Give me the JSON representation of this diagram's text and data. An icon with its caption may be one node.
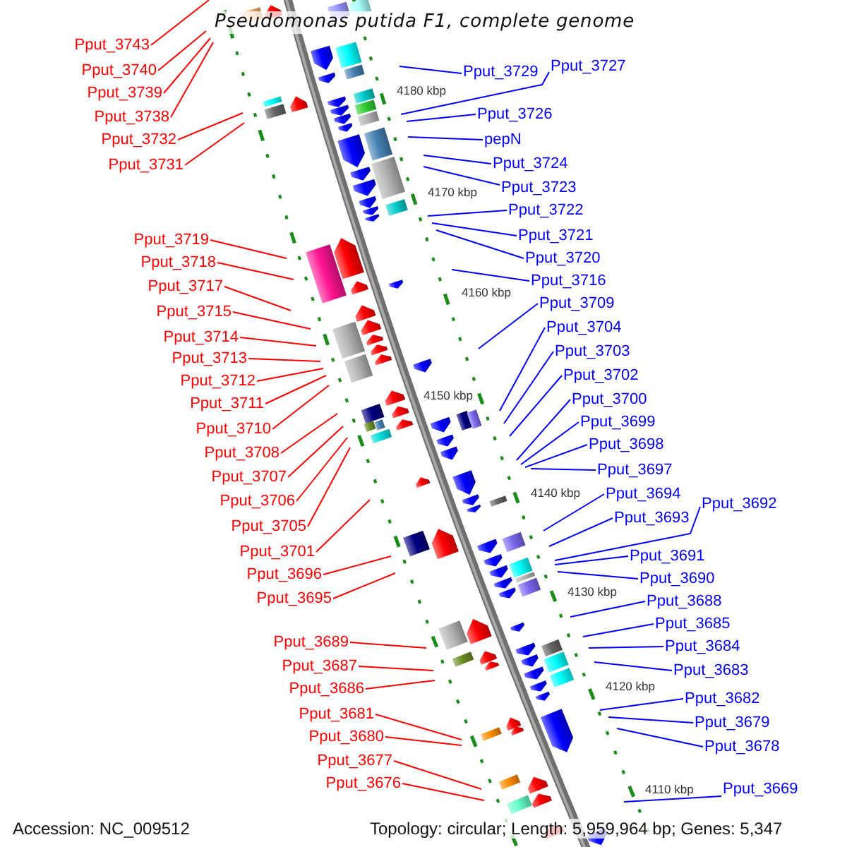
{
  "diagram": {
    "title": "Pseudomonas putida F1, complete genome",
    "nodes": [
      {
        "text": [
          "Pput_3743"
        ]
      },
      {
        "text": [
          "Pput_3740"
        ]
      },
      {
        "text": [
          "Pput_3739"
        ]
      },
      {
        "text": [
          "Pput_3738"
        ]
      },
      {
        "text": [
          "Pput_3732"
        ]
      },
      {
        "text": [
          "Pput_3731"
        ]
      },
      {
        "text": [
          "Pput_3719"
        ]
      },
      {
        "text": [
          "Pput_3718"
        ]
      },
      {
        "text": [
          "Pput_3717"
        ]
      },
      {
        "text": [
          "Pput_3715"
        ]
      },
      {
        "text": [
          "Pput_3714"
        ]
      },
      {
        "text": [
          "Pput_3713"
        ]
      },
      {
        "text": [
          "Pput_3712"
        ]
      },
      {
        "text": [
          "Pput_3711"
        ]
      },
      {
        "text": [
          "Pput_3710"
        ]
      },
      {
        "text": [
          "Pput_3708"
        ]
      },
      {
        "text": [
          "Pput_3707"
        ]
      },
      {
        "text": [
          "Pput_3706"
        ]
      },
      {
        "text": [
          "Pput_3705"
        ]
      },
      {
        "text": [
          "Pput_3701"
        ]
      },
      {
        "text": [
          "Pput_3696"
        ]
      },
      {
        "text": [
          "Pput_3695"
        ]
      },
      {
        "text": [
          "Pput_3689"
        ]
      },
      {
        "text": [
          "Pput_3687"
        ]
      },
      {
        "text": [
          "Pput_3686"
        ]
      },
      {
        "text": [
          "Pput_3681"
        ]
      },
      {
        "text": [
          "Pput_3680"
        ]
      },
      {
        "text": [
          "Pput_3677"
        ]
      },
      {
        "text": [
          "Pput_3676"
        ]
      },
      {
        "text": [
          "Pput_3729"
        ]
      },
      {
        "text": [
          "Pput_3727"
        ]
      },
      {
        "text": [
          "Pput_3726"
        ]
      },
      {
        "text": [
          "pepN"
        ]
      },
      {
        "text": [
          "Pput_3724"
        ]
      },
      {
        "text": [
          "Pput_3723"
        ]
      },
      {
        "text": [
          "Pput_3722"
        ]
      },
      {
        "text": [
          "Pput_3721"
        ]
      },
      {
        "text": [
          "Pput_3720"
        ]
      },
      {
        "text": [
          "Pput_3716"
        ]
      },
      {
        "text": [
          "Pput_3709"
        ]
      },
      {
        "text": [
          "Pput_3704"
        ]
      },
      {
        "text": [
          "Pput_3703"
        ]
      },
      {
        "text": [
          "Pput_3702"
        ]
      },
      {
        "text": [
          "Pput_3700"
        ]
      },
      {
        "text": [
          "Pput_3699"
        ]
      },
      {
        "text": [
          "Pput_3698"
        ]
      },
      {
        "text": [
          "Pput_3697"
        ]
      },
      {
        "text": [
          "Pput_3694"
        ]
      },
      {
        "text": [
          "Pput_3693"
        ]
      },
      {
        "text": [
          "Pput_3692"
        ]
      },
      {
        "text": [
          "Pput_3691"
        ]
      },
      {
        "text": [
          "Pput_3690"
        ]
      },
      {
        "text": [
          "Pput_3688"
        ]
      },
      {
        "text": [
          "Pput_3685"
        ]
      },
      {
        "text": [
          "Pput_3684"
        ]
      },
      {
        "text": [
          "Pput_3683"
        ]
      },
      {
        "text": [
          "Pput_3682"
        ]
      },
      {
        "text": [
          "Pput_3679"
        ]
      },
      {
        "text": [
          "Pput_3678"
        ]
      },
      {
        "text": [
          "Pput_3669"
        ]
      }
    ],
    "edges": [
      {
        "from": 0,
        "to": null,
        "arrow": "none",
        "color": "#ff0000"
      },
      {
        "from": 1,
        "to": null,
        "arrow": "none",
        "color": "#ff0000"
      },
      {
        "from": 2,
        "to": null,
        "arrow": "none",
        "color": "#ff0000"
      },
      {
        "from": 3,
        "to": null,
        "arrow": "none",
        "color": "#ff0000"
      },
      {
        "from": 4,
        "to": null,
        "arrow": "none",
        "color": "#ff0000"
      },
      {
        "from": 5,
        "to": null,
        "arrow": "none",
        "color": "#ff0000"
      },
      {
        "from": 6,
        "to": null,
        "arrow": "none",
        "color": "#ff0000"
      },
      {
        "from": 7,
        "to": null,
        "arrow": "none",
        "color": "#ff0000"
      },
      {
        "from": 8,
        "to": null,
        "arrow": "none",
        "color": "#ff0000"
      },
      {
        "from": 9,
        "to": null,
        "arrow": "none",
        "color": "#ff0000"
      },
      {
        "from": 10,
        "to": null,
        "arrow": "none",
        "color": "#ff0000"
      },
      {
        "from": 11,
        "to": null,
        "arrow": "none",
        "color": "#ff0000"
      },
      {
        "from": 12,
        "to": null,
        "arrow": "none",
        "color": "#ff0000"
      },
      {
        "from": 13,
        "to": null,
        "arrow": "none",
        "color": "#ff0000"
      },
      {
        "from": 14,
        "to": null,
        "arrow": "none",
        "color": "#ff0000"
      },
      {
        "from": 15,
        "to": null,
        "arrow": "none",
        "color": "#ff0000"
      },
      {
        "from": 16,
        "to": null,
        "arrow": "none",
        "color": "#ff0000"
      },
      {
        "from": 17,
        "to": null,
        "arrow": "none",
        "color": "#ff0000"
      },
      {
        "from": 18,
        "to": null,
        "arrow": "none",
        "color": "#ff0000"
      },
      {
        "from": 19,
        "to": null,
        "arrow": "none",
        "color": "#ff0000"
      },
      {
        "from": 20,
        "to": null,
        "arrow": "none",
        "color": "#ff0000"
      },
      {
        "from": 21,
        "to": null,
        "arrow": "none",
        "color": "#ff0000"
      },
      {
        "from": 22,
        "to": null,
        "arrow": "none",
        "color": "#ff0000"
      },
      {
        "from": 23,
        "to": null,
        "arrow": "none",
        "color": "#ff0000"
      },
      {
        "from": 24,
        "to": null,
        "arrow": "none",
        "color": "#ff0000"
      },
      {
        "from": 25,
        "to": null,
        "arrow": "none",
        "color": "#ff0000"
      },
      {
        "from": 26,
        "to": null,
        "arrow": "none",
        "color": "#ff0000"
      },
      {
        "from": 27,
        "to": null,
        "arrow": "none",
        "color": "#ff0000"
      },
      {
        "from": 28,
        "to": null,
        "arrow": "none",
        "color": "#ff0000"
      },
      {
        "from": 29,
        "to": null,
        "arrow": "none"
      },
      {
        "from": 30,
        "to": null,
        "arrow": "none"
      },
      {
        "from": 31,
        "to": null,
        "arrow": "none"
      },
      {
        "from": 32,
        "to": null,
        "arrow": "none"
      },
      {
        "from": 33,
        "to": null,
        "arrow": "none"
      },
      {
        "from": 34,
        "to": null,
        "arrow": "none"
      },
      {
        "from": 35,
        "to": null,
        "arrow": "none"
      },
      {
        "from": 36,
        "to": null,
        "arrow": "none"
      },
      {
        "from": 37,
        "to": null,
        "arrow": "none"
      },
      {
        "from": 38,
        "to": null,
        "arrow": "none"
      },
      {
        "from": 39,
        "to": null,
        "arrow": "none"
      },
      {
        "from": 40,
        "to": null,
        "arrow": "none"
      },
      {
        "from": 41,
        "to": null,
        "arrow": "none"
      },
      {
        "from": 42,
        "to": null,
        "arrow": "none"
      },
      {
        "from": 43,
        "to": null,
        "arrow": "none"
      },
      {
        "from": 44,
        "to": null,
        "arrow": "none"
      },
      {
        "from": 45,
        "to": null,
        "arrow": "none"
      },
      {
        "from": 46,
        "to": null,
        "arrow": "none"
      },
      {
        "from": 47,
        "to": null,
        "arrow": "none"
      },
      {
        "from": 48,
        "to": null,
        "arrow": "none"
      },
      {
        "from": 49,
        "to": null,
        "arrow": "none"
      },
      {
        "from": 50,
        "to": null,
        "arrow": "none"
      },
      {
        "from": 51,
        "to": null,
        "arrow": "none"
      },
      {
        "from": 52,
        "to": null,
        "arrow": "none"
      },
      {
        "from": 53,
        "to": null,
        "arrow": "none"
      },
      {
        "from": 54,
        "to": null,
        "arrow": "none"
      },
      {
        "from": 55,
        "to": null,
        "arrow": "none"
      },
      {
        "from": 56,
        "to": null,
        "arrow": "none"
      },
      {
        "from": 57,
        "to": null,
        "arrow": "none"
      },
      {
        "from": 58,
        "to": null,
        "arrow": "none"
      },
      {
        "from": 59,
        "to": null,
        "arrow": "none"
      }
    ],
    "labels": [
      "4180 kbp",
      "4170 kbp",
      "4160 kbp",
      "4150 kbp",
      "4140 kbp",
      "4130 kbp",
      "4120 kbp",
      "4110 kbp",
      "Accession: NC_009512",
      "Topology: circular; Length: 5,959,964 bp; Genes: 5,347"
    ]
  }
}
